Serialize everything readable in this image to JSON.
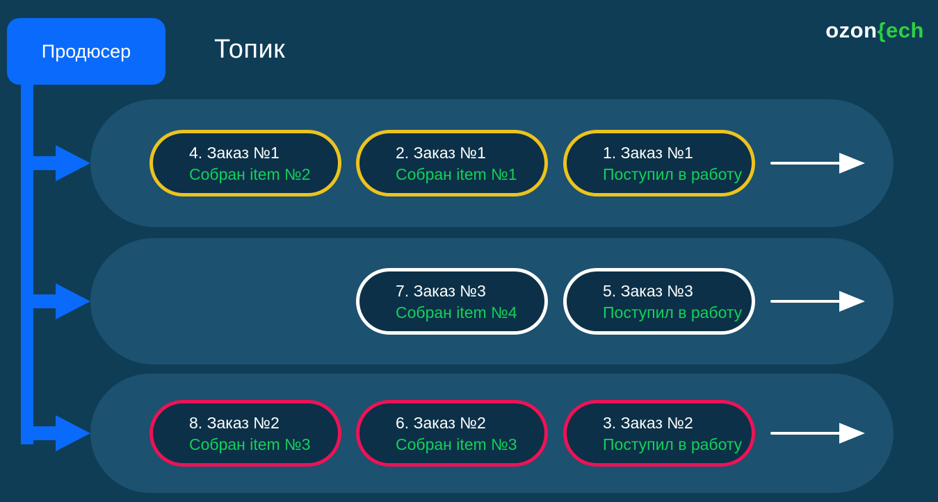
{
  "producer": {
    "label": "Продюсер"
  },
  "topic": {
    "label": "Топик"
  },
  "logo": {
    "white_part": "ozon",
    "green_part": "{ech"
  },
  "colors": {
    "background": "#0E3D55",
    "lane_fill": "#1C5170",
    "pill_fill": "#0C3047",
    "producer_blue": "#0A6AFB",
    "partition1_border": "#EEC31D",
    "partition2_border": "#FFFFFF",
    "partition3_border": "#EE1256",
    "status_green": "#12D15B",
    "logo_green": "#2CD144"
  },
  "lanes": [
    {
      "border_color": "#EEC31D",
      "messages": [
        {
          "title": "4. Заказ №1",
          "status": "Собран item №2"
        },
        {
          "title": "2. Заказ №1",
          "status": "Собран item №1"
        },
        {
          "title": "1. Заказ №1",
          "status": "Поступил в работу"
        }
      ]
    },
    {
      "border_color": "#FFFFFF",
      "messages": [
        {
          "title": "7. Заказ №3",
          "status": "Собран item №4"
        },
        {
          "title": "5. Заказ №3",
          "status": "Поступил в работу"
        }
      ]
    },
    {
      "border_color": "#EE1256",
      "messages": [
        {
          "title": "8. Заказ №2",
          "status": "Собран item №3"
        },
        {
          "title": "6. Заказ №2",
          "status": "Собран item №3"
        },
        {
          "title": "3. Заказ №2",
          "status": "Поступил в работу"
        }
      ]
    }
  ]
}
